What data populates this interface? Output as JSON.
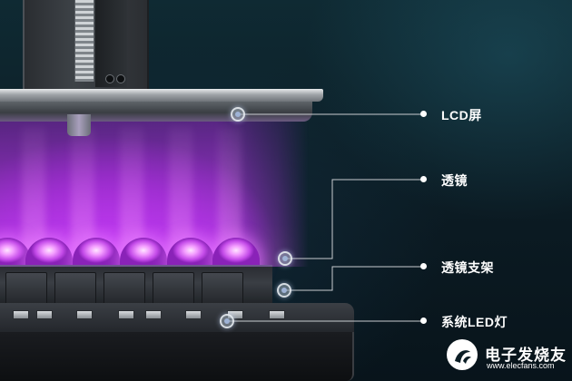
{
  "callouts": {
    "lcd": {
      "label": "LCD屏"
    },
    "lens": {
      "label": "透镜"
    },
    "lens_holder": {
      "label": "透镜支架"
    },
    "led": {
      "label": "系统LED灯"
    }
  },
  "watermark": {
    "name": "电子发烧友",
    "url": "www.elecfans.com"
  },
  "colors": {
    "uv_light": "#c34ae8",
    "background": "#0c1e26",
    "label_text": "#ffffff",
    "leader_line": "#c9ccd0"
  }
}
